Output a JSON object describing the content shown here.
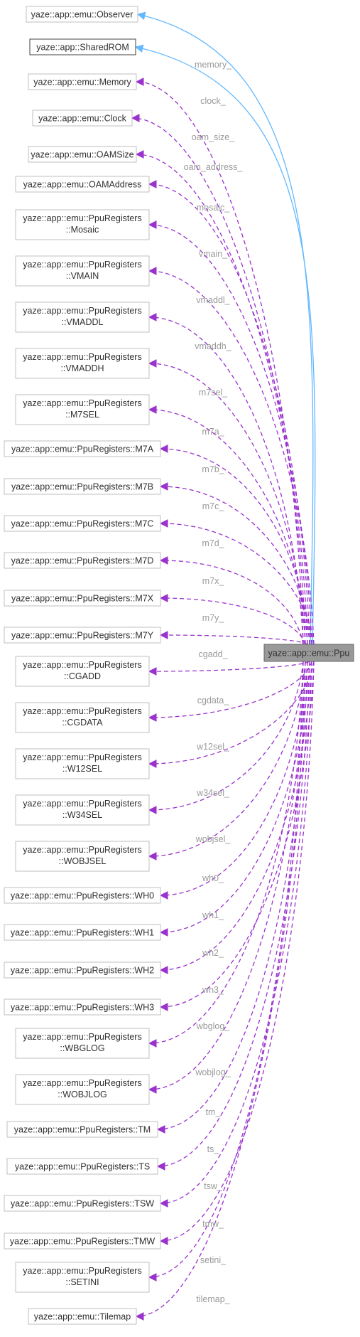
{
  "diagram": {
    "focus_node": "yaze::app::emu::Ppu",
    "base_classes": [
      {
        "lines": [
          "yaze::app::emu::Observer"
        ]
      },
      {
        "lines": [
          "yaze::app::SharedROM"
        ]
      }
    ],
    "members": [
      {
        "lines": [
          "yaze::app::emu::Memory"
        ],
        "label": "memory_"
      },
      {
        "lines": [
          "yaze::app::emu::Clock"
        ],
        "label": "clock_"
      },
      {
        "lines": [
          "yaze::app::emu::OAMSize"
        ],
        "label": "oam_size_"
      },
      {
        "lines": [
          "yaze::app::emu::OAMAddress"
        ],
        "label": "oam_address_"
      },
      {
        "lines": [
          "yaze::app::emu::PpuRegisters",
          "::Mosaic"
        ],
        "label": "mosaic_"
      },
      {
        "lines": [
          "yaze::app::emu::PpuRegisters",
          "::VMAIN"
        ],
        "label": "vmain_"
      },
      {
        "lines": [
          "yaze::app::emu::PpuRegisters",
          "::VMADDL"
        ],
        "label": "vmaddl_"
      },
      {
        "lines": [
          "yaze::app::emu::PpuRegisters",
          "::VMADDH"
        ],
        "label": "vmaddh_"
      },
      {
        "lines": [
          "yaze::app::emu::PpuRegisters",
          "::M7SEL"
        ],
        "label": "m7sel_"
      },
      {
        "lines": [
          "yaze::app::emu::PpuRegisters::M7A"
        ],
        "label": "m7a_"
      },
      {
        "lines": [
          "yaze::app::emu::PpuRegisters::M7B"
        ],
        "label": "m7b_"
      },
      {
        "lines": [
          "yaze::app::emu::PpuRegisters::M7C"
        ],
        "label": "m7c_"
      },
      {
        "lines": [
          "yaze::app::emu::PpuRegisters::M7D"
        ],
        "label": "m7d_"
      },
      {
        "lines": [
          "yaze::app::emu::PpuRegisters::M7X"
        ],
        "label": "m7x_"
      },
      {
        "lines": [
          "yaze::app::emu::PpuRegisters::M7Y"
        ],
        "label": "m7y_"
      },
      {
        "lines": [
          "yaze::app::emu::PpuRegisters",
          "::CGADD"
        ],
        "label": "cgadd_"
      },
      {
        "lines": [
          "yaze::app::emu::PpuRegisters",
          "::CGDATA"
        ],
        "label": "cgdata_"
      },
      {
        "lines": [
          "yaze::app::emu::PpuRegisters",
          "::W12SEL"
        ],
        "label": "w12sel_"
      },
      {
        "lines": [
          "yaze::app::emu::PpuRegisters",
          "::W34SEL"
        ],
        "label": "w34sel_"
      },
      {
        "lines": [
          "yaze::app::emu::PpuRegisters",
          "::WOBJSEL"
        ],
        "label": "wobjsel_"
      },
      {
        "lines": [
          "yaze::app::emu::PpuRegisters::WH0"
        ],
        "label": "wh0_"
      },
      {
        "lines": [
          "yaze::app::emu::PpuRegisters::WH1"
        ],
        "label": "wh1_"
      },
      {
        "lines": [
          "yaze::app::emu::PpuRegisters::WH2"
        ],
        "label": "wh2_"
      },
      {
        "lines": [
          "yaze::app::emu::PpuRegisters::WH3"
        ],
        "label": "wh3_"
      },
      {
        "lines": [
          "yaze::app::emu::PpuRegisters",
          "::WBGLOG"
        ],
        "label": "wbglog_"
      },
      {
        "lines": [
          "yaze::app::emu::PpuRegisters",
          "::WOBJLOG"
        ],
        "label": "wobjlog_"
      },
      {
        "lines": [
          "yaze::app::emu::PpuRegisters::TM"
        ],
        "label": "tm_"
      },
      {
        "lines": [
          "yaze::app::emu::PpuRegisters::TS"
        ],
        "label": "ts_"
      },
      {
        "lines": [
          "yaze::app::emu::PpuRegisters::TSW"
        ],
        "label": "tsw_"
      },
      {
        "lines": [
          "yaze::app::emu::PpuRegisters::TMW"
        ],
        "label": "tmw_"
      },
      {
        "lines": [
          "yaze::app::emu::PpuRegisters",
          "::SETINI"
        ],
        "label": "setini_"
      },
      {
        "lines": [
          "yaze::app::emu::Tilemap"
        ],
        "label": "tilemap_"
      }
    ],
    "colors": {
      "usage_edge": "#9a32cd",
      "inherit_edge": "#63b8ff",
      "focus_fill": "#999999",
      "box_border": "#bfbfbf",
      "label_text": "#9a9a9a"
    }
  }
}
